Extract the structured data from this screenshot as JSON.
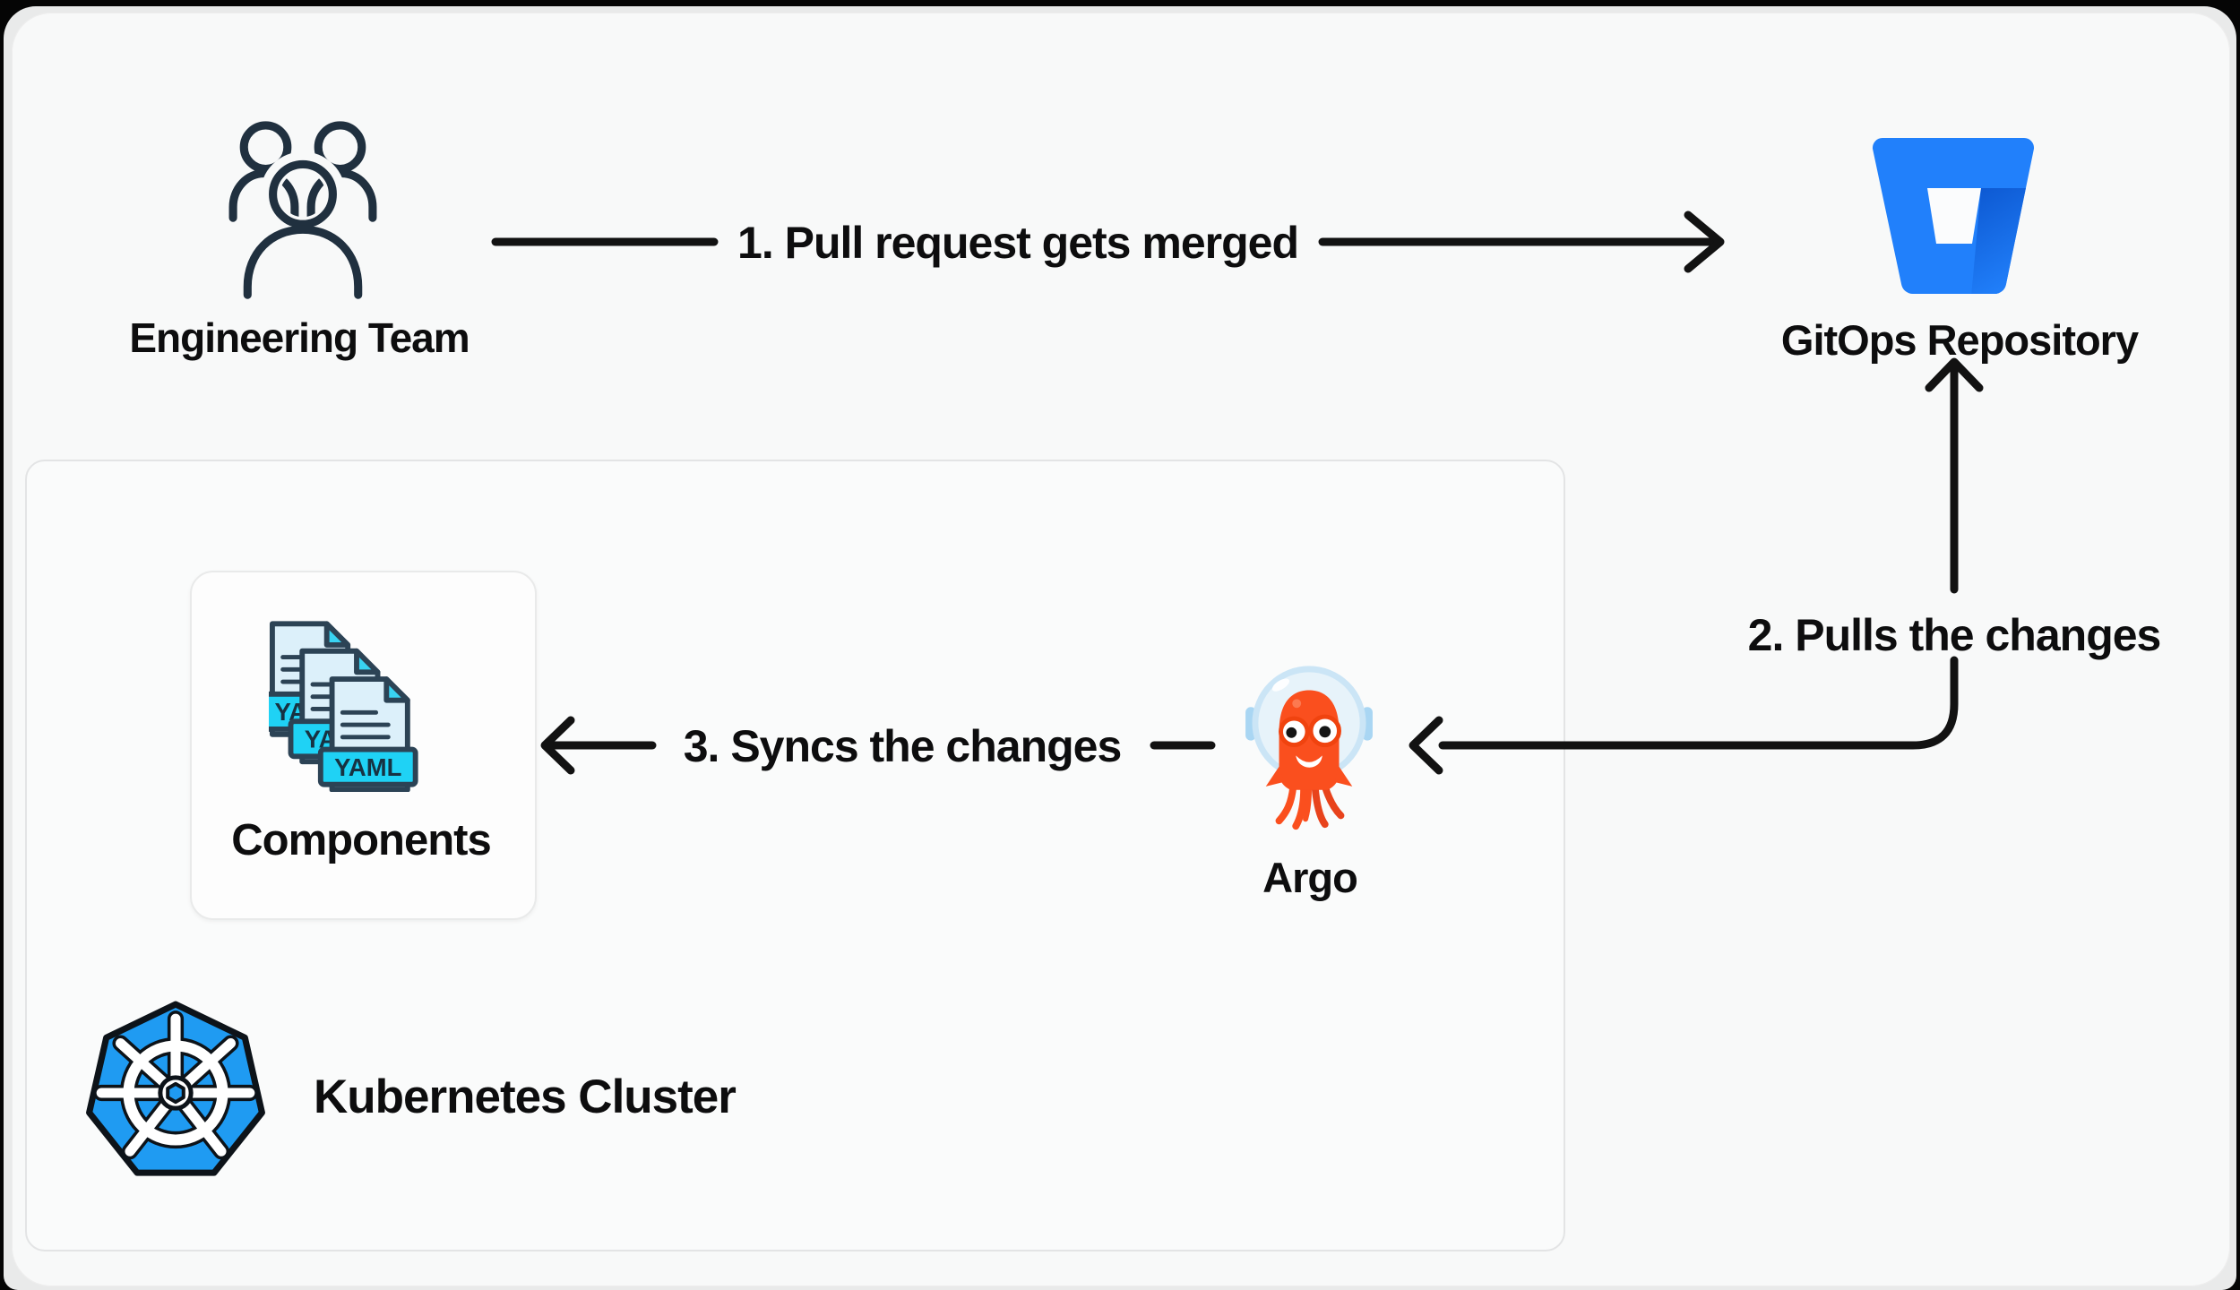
{
  "nodes": {
    "engineering_team": {
      "label": "Engineering Team",
      "icon": "team-icon"
    },
    "gitops_repository": {
      "label": "GitOps Repository",
      "icon": "bitbucket-icon"
    },
    "argo": {
      "label": "Argo",
      "icon": "argo-octopus-icon"
    },
    "components": {
      "label": "Components",
      "icon": "yaml-files-icon",
      "file_badge": "YAML"
    },
    "kubernetes_cluster": {
      "label": "Kubernetes Cluster",
      "icon": "kubernetes-icon"
    }
  },
  "steps": [
    {
      "num": "1",
      "label": "1. Pull request gets merged",
      "from": "engineering_team",
      "to": "gitops_repository"
    },
    {
      "num": "2",
      "label": "2. Pulls the changes",
      "from": "argo",
      "to": "gitops_repository"
    },
    {
      "num": "3",
      "label": "3. Syncs the changes",
      "from": "argo",
      "to": "components"
    }
  ],
  "colors": {
    "card_bg": "#f8f9f9",
    "frame_bg": "#e9eaea",
    "edge_black": "#050505",
    "ink": "#0d0d0e",
    "arrow": "#121212",
    "bitbucket_blue": "#2180fb",
    "bitbucket_dark_blue": "#0d59d2",
    "kubernetes_blue": "#1f9bf2",
    "yaml_cyan": "#1fd2f5",
    "yaml_doc": "#dcf0fa",
    "argo_orange": "#fa4f1e",
    "helmet_blue": "#e7f3fa",
    "people_navy": "#20303f"
  }
}
